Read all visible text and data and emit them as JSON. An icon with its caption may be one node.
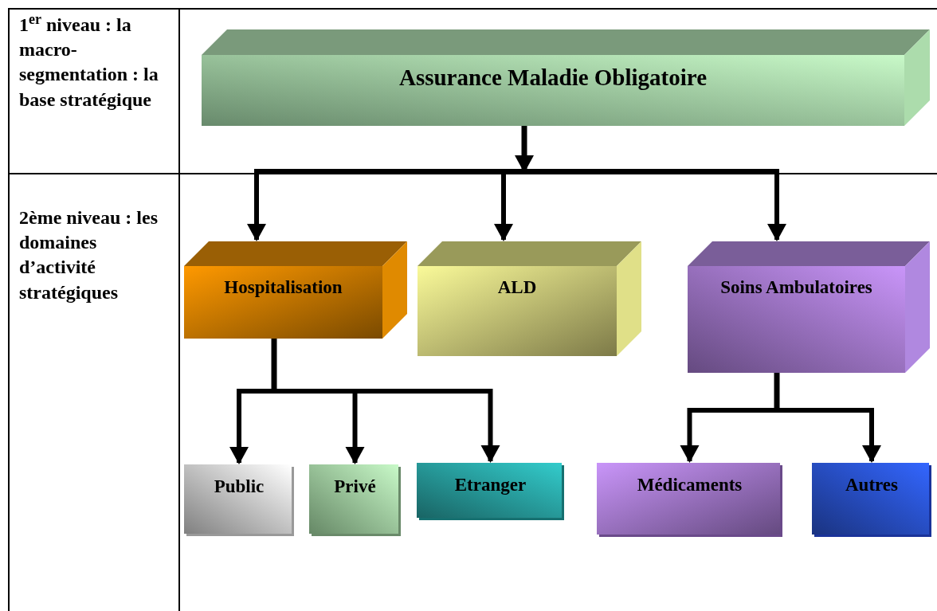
{
  "diagram": {
    "nodes": [
      {
        "text": [
          "Assurance Maladie Obligatoire"
        ]
      },
      {
        "text": [
          "Hospitalisation"
        ]
      },
      {
        "text": [
          "ALD"
        ]
      },
      {
        "text": [
          "Soins Ambulatoires"
        ]
      },
      {
        "text": [
          "Public"
        ]
      },
      {
        "text": [
          "Privé"
        ]
      },
      {
        "text": [
          "Etranger"
        ]
      },
      {
        "text": [
          "Médicaments"
        ]
      },
      {
        "text": [
          "Autres"
        ]
      }
    ],
    "edges": [
      {
        "from": 0,
        "to": 1,
        "arrow": "to"
      },
      {
        "from": 0,
        "to": 2,
        "arrow": "to"
      },
      {
        "from": 0,
        "to": 3,
        "arrow": "to"
      },
      {
        "from": 1,
        "to": 4,
        "arrow": "to"
      },
      {
        "from": 1,
        "to": 5,
        "arrow": "to"
      },
      {
        "from": 1,
        "to": 6,
        "arrow": "to"
      },
      {
        "from": 3,
        "to": 7,
        "arrow": "to"
      },
      {
        "from": 3,
        "to": 8,
        "arrow": "to"
      }
    ],
    "labels": [
      "1$^{er}$ niveau : la macro-segmentation : la base stratégique",
      "2ème niveau : les domaines d’activité stratégiques"
    ]
  }
}
